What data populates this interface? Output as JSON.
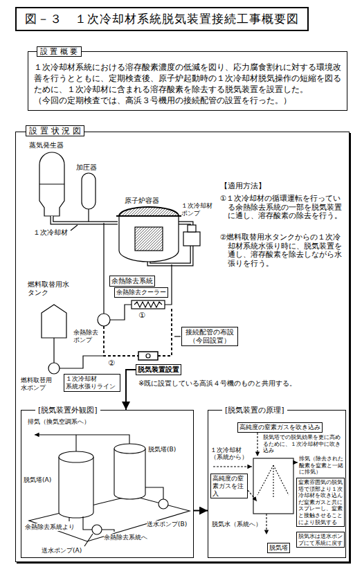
{
  "diagram": {
    "title": "図－３　１次冷却材系統脱気装置接続工事概要図",
    "nodes": [
      {
        "text": [
          "設 置 概 要",
          "１次冷却材系統における溶存酸素濃度の低減を図り、応力腐食割れに対する環境改善を行うとともに、定期検査後、原子炉起動時の１次冷却材脱気操作の短縮を図るために、１次冷却材に含まれる溶存酸素を除去する脱気装置を設置した。",
          "（今回の定期検査では、高浜３号機用の接続配管の設置を行った。）"
        ]
      },
      {
        "text": [
          "設 置 状 況 図"
        ]
      },
      {
        "text": [
          "余熱除去系統"
        ],
        "in": 1
      },
      {
        "text": [
          "余熱除去クーラー"
        ],
        "in": 1
      },
      {
        "text": [
          "１次冷却材 系統水張りライン"
        ],
        "in": 1
      },
      {
        "text": [
          "接続配管の布設 （今回設置）"
        ],
        "in": 1
      },
      {
        "text": [
          "脱気装置設置"
        ],
        "in": 1
      },
      {
        "text": [
          "[脱気装置外観図]"
        ],
        "in": 1
      },
      {
        "text": [
          "[脱気装置の原理]"
        ],
        "in": 1
      },
      {
        "text": [
          "高純度の窒素ガスを吹き込み"
        ],
        "in": 8
      },
      {
        "text": [
          "窒素雰囲気の脱気塔で頂部より１次冷却材を吹き込んだ窒素ガスと共にスプレーし、窒素と接触させることにより脱気する"
        ],
        "in": 8
      },
      {
        "text": [
          "高純度の窒素ガスを注入"
        ],
        "in": 8
      },
      {
        "text": [
          "脱気水は送水ポンプにて系統に戻す"
        ],
        "in": 8
      },
      {
        "text": [
          "脱気塔"
        ],
        "in": 8
      }
    ],
    "edges": [
      {
        "from": 6,
        "to": 7,
        "arrow": "to"
      },
      {
        "from": 7,
        "to": 8,
        "arrow": "to"
      }
    ],
    "labels": [
      "蒸気発生器",
      "加圧器",
      "原子炉容器",
      "１次冷却材ポンプ",
      "【適用方法】",
      "①１次冷却材の循環運転を行っている余熱除去系統の一部を脱気装置に通し、溶存酸素の除去を行う。",
      "②燃料取替用水タンクからの１次冷却材系統水張り時に、脱気装置を通し、溶存酸素を除去しながら水張りを行う。",
      "１次冷却材",
      "燃料取替用水タンク",
      "余熱除去ポンプ",
      "①",
      "②",
      "燃料取替用水ポンプ",
      "※既に設置している高浜４号機のものと共用する。",
      "排気（換気空調系へ）",
      "脱気塔(B)",
      "脱気塔(A)",
      "送水ポンプ(B)",
      "余熱除去系統より",
      "余熱除去系統へ",
      "送水ポンプ(A)",
      "脱気塔での脱気効果を更に高めるために、１次冷却材中に吹き込み",
      "１次冷却材（系統から）",
      "排気（除去された酸素を窒素と一緒に排気）",
      "脱気水（系統へ）"
    ]
  }
}
